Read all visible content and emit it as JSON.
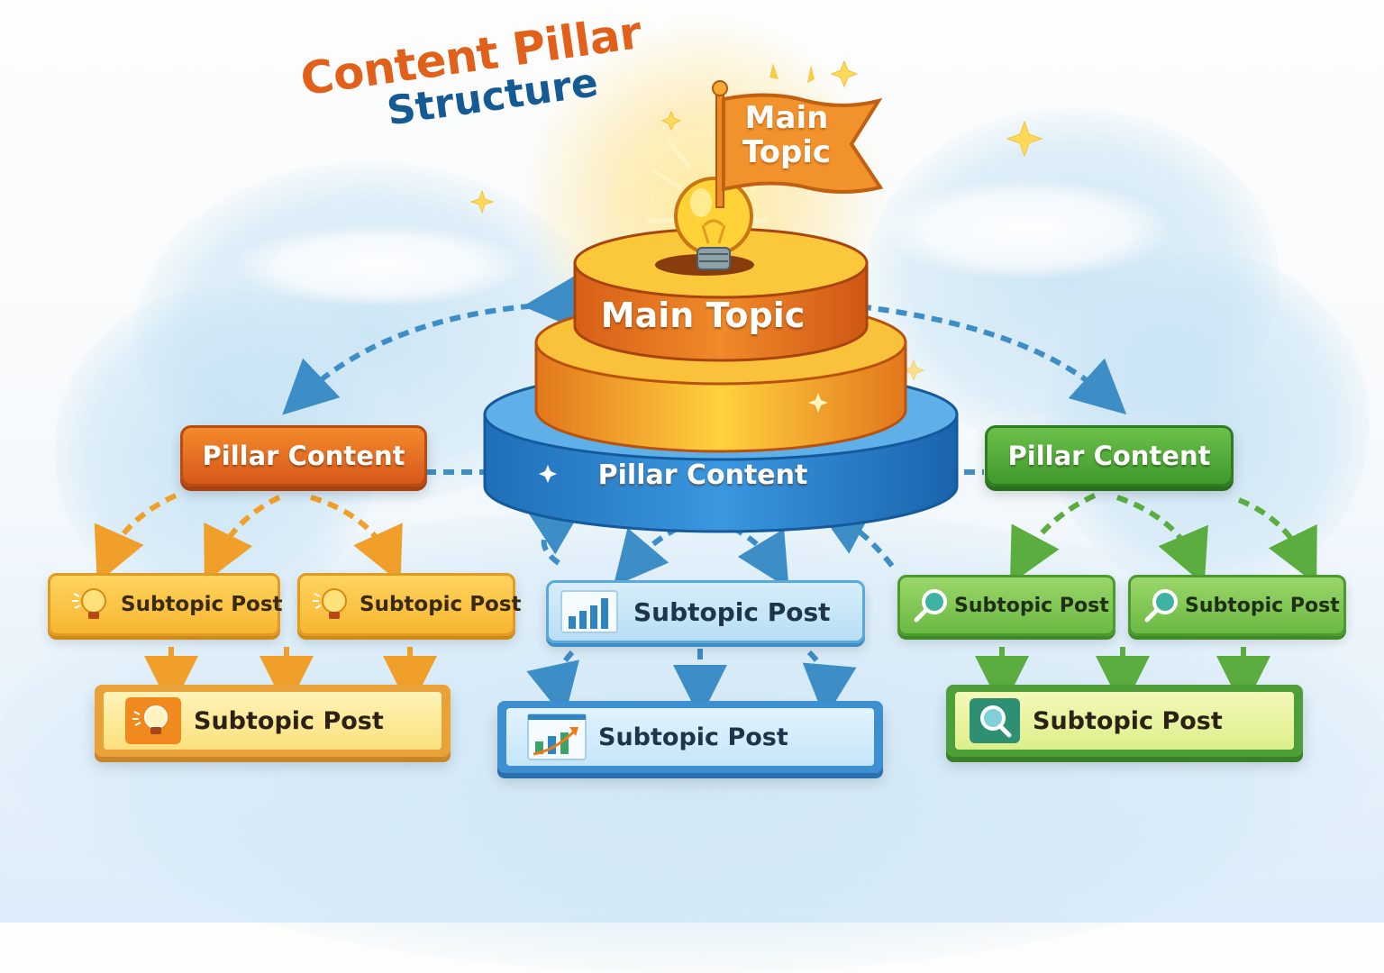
{
  "title": {
    "line1": "Content Pillar",
    "line2": "Structure"
  },
  "flag": {
    "line1": "Main",
    "line2": "Topic"
  },
  "hub": {
    "top_tier_label": "Main Topic",
    "base_tier_label": "Pillar Content"
  },
  "pillars": {
    "left": {
      "label": "Pillar Content",
      "color": "#d8581a",
      "icon": "lightbulb-icon",
      "subtopics": [
        "Subtopic Post",
        "Subtopic Post"
      ],
      "bottom_post": "Subtopic Post"
    },
    "center": {
      "label": "Pillar Content",
      "color": "#2f7fc6",
      "icon": "bar-chart-icon",
      "subtopics": [
        "Subtopic Post"
      ],
      "bottom_post": "Subtopic Post",
      "bottom_icon": "growth-chart-icon"
    },
    "right": {
      "label": "Pillar Content",
      "color": "#3f9a2c",
      "icon": "magnifier-icon",
      "subtopics": [
        "Subtopic Post",
        "Subtopic Post"
      ],
      "bottom_post": "Subtopic Post"
    }
  },
  "colors": {
    "title_orange": "#e2611a",
    "title_blue": "#165a94",
    "connector_blue": "#3d8ec6",
    "connector_orange": "#f0a02a",
    "connector_green": "#5aad3e"
  }
}
